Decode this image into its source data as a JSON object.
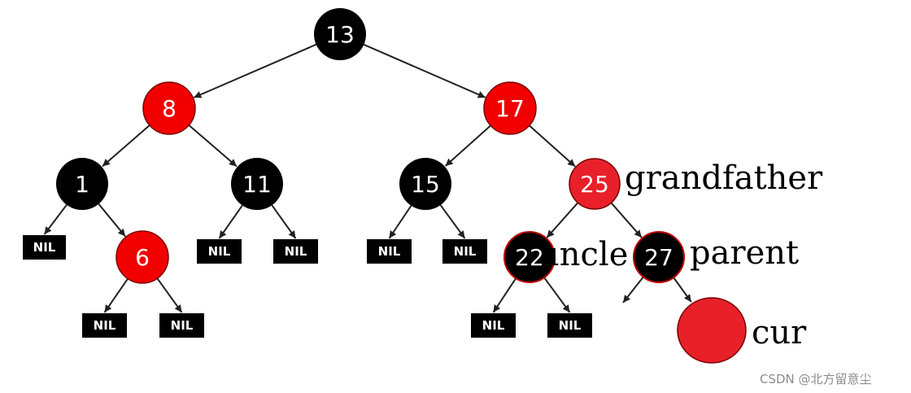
{
  "colors": {
    "red": "#f20000",
    "black": "#000000",
    "highlight_red": "#e8202a",
    "edge": "#222222",
    "text_on_node": "#ffffff"
  },
  "nodes": [
    {
      "id": "n13",
      "label": "13",
      "color": "black"
    },
    {
      "id": "n8",
      "label": "8",
      "color": "red"
    },
    {
      "id": "n17",
      "label": "17",
      "color": "red"
    },
    {
      "id": "n1",
      "label": "1",
      "color": "black"
    },
    {
      "id": "n11",
      "label": "11",
      "color": "black"
    },
    {
      "id": "n15",
      "label": "15",
      "color": "black"
    },
    {
      "id": "n25",
      "label": "25",
      "color": "highlight_red"
    },
    {
      "id": "n6",
      "label": "6",
      "color": "red"
    },
    {
      "id": "n22",
      "label": "22",
      "color": "black"
    },
    {
      "id": "n27",
      "label": "27",
      "color": "black"
    },
    {
      "id": "cur",
      "label": "",
      "color": "highlight_red"
    }
  ],
  "nil_label": "NIL",
  "annotations": {
    "grandfather": "grandfather",
    "uncle": "uncle",
    "parent": "parent",
    "cur": "cur"
  },
  "watermark": "CSDN @北方留意尘"
}
